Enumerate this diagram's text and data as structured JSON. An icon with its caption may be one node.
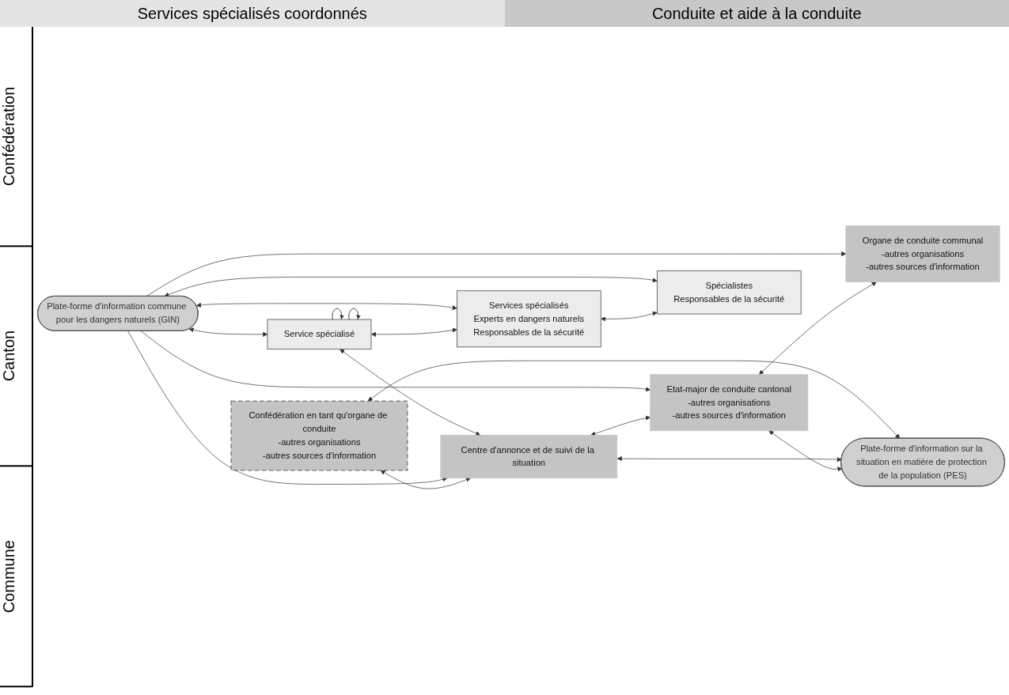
{
  "diagram": {
    "nodes": [
      {
        "text": [
          "Plate-forme d'information commune pour les dangers naturels (GIN)"
        ]
      },
      {
        "text": [
          "Service spécialisé"
        ]
      },
      {
        "text": [
          "Confédération en tant qu'organe de conduite",
          "-autres organisations",
          "-autres sources d'information"
        ]
      },
      {
        "text": [
          "Centre d'annonce et de suivi de la situation"
        ]
      },
      {
        "text": [
          "Plate-forme d'information sur la situation en matière de protection de la population (PES)"
        ]
      },
      {
        "text": [
          "Services spécialisés",
          "Experts en dangers naturels",
          "Responsables de la sécurité"
        ]
      },
      {
        "text": [
          "Etat-major de conduite cantonal",
          "-autres organisations",
          "-autres sources d'information"
        ]
      },
      {
        "text": [
          "Spécialistes",
          "Responsables de la sécurité"
        ]
      },
      {
        "text": [
          "Organe de conduite communal",
          "-autres organisations",
          "-autres sources d'information"
        ]
      }
    ],
    "edges": [
      {
        "from": 0,
        "to": 1,
        "arrow": "both"
      },
      {
        "from": 1,
        "to": 1,
        "arrow": "to"
      },
      {
        "from": 1,
        "to": 1,
        "arrow": "to"
      },
      {
        "from": 1,
        "to": 3,
        "arrow": "both"
      },
      {
        "from": 0,
        "to": 3,
        "arrow": "to"
      },
      {
        "from": 0,
        "to": 6,
        "arrow": "to"
      },
      {
        "from": 0,
        "to": 5,
        "arrow": "both"
      },
      {
        "from": 0,
        "to": 8,
        "arrow": "to"
      },
      {
        "from": 0,
        "to": 7,
        "arrow": "both"
      },
      {
        "from": 1,
        "to": 5,
        "arrow": "both"
      },
      {
        "from": 5,
        "to": 7,
        "arrow": "both"
      },
      {
        "from": 2,
        "to": 3,
        "arrow": "both"
      },
      {
        "from": 3,
        "to": 6,
        "arrow": "both"
      },
      {
        "from": 6,
        "to": 8,
        "arrow": "both"
      },
      {
        "from": 2,
        "to": 4,
        "arrow": "both"
      },
      {
        "from": 3,
        "to": 4,
        "arrow": "both"
      },
      {
        "from": 6,
        "to": 4,
        "arrow": "both"
      }
    ],
    "labels": [
      "Services spécialisés coordonnés",
      "Conduite et aide à la conduite",
      "Confédération",
      "Canton",
      "Commune"
    ]
  }
}
